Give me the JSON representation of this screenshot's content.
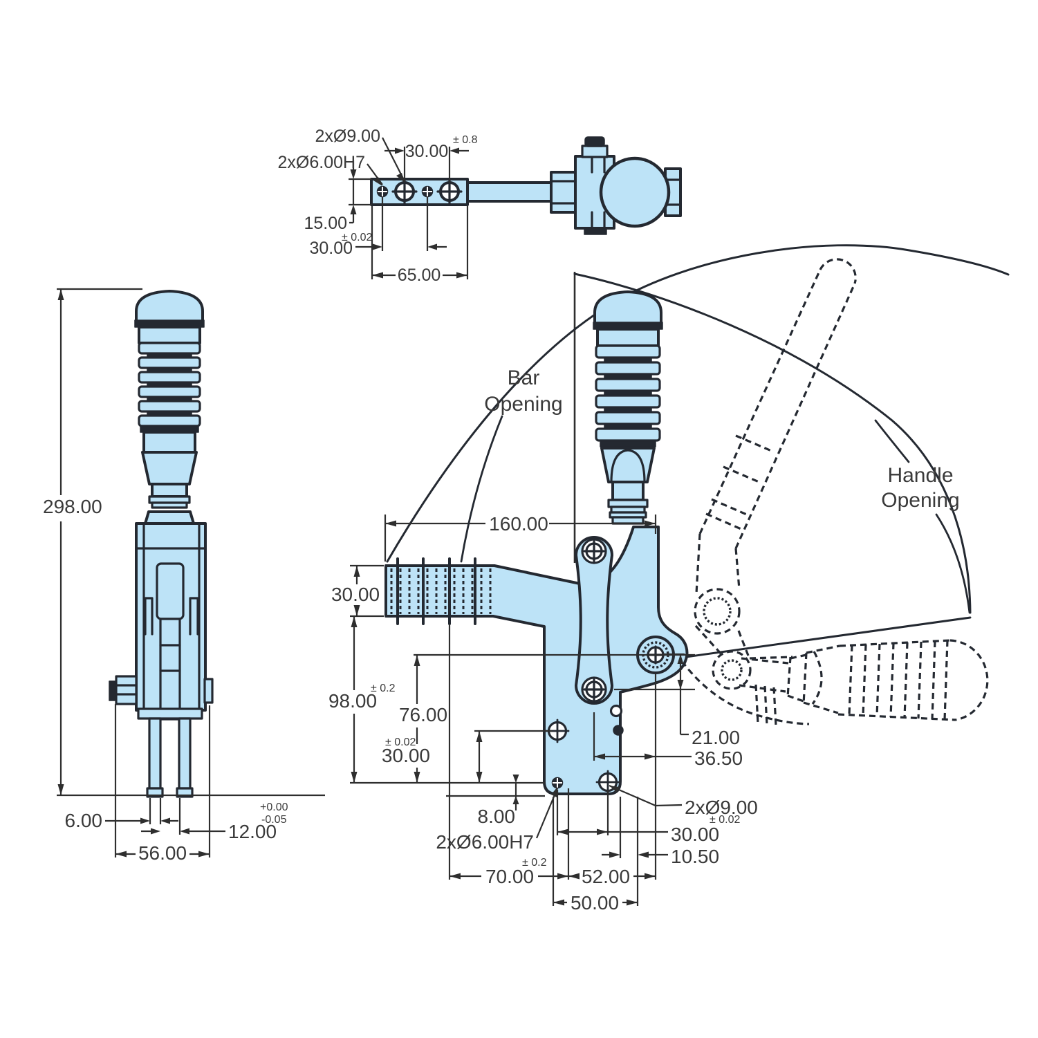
{
  "drawing": {
    "labels": {
      "bar_opening_1": "Bar",
      "bar_opening_2": "Opening",
      "handle_opening_1": "Handle",
      "handle_opening_2": "Opening"
    },
    "top_view": {
      "note_holes_large": "2xØ9.00",
      "note_holes_small": "2xØ6.00H7",
      "dim_hole_pitch": "30.00",
      "tol_hole_pitch": "± 0.8",
      "dim_bar_width": "15.00",
      "dim_hole_pitch_2": "30.00",
      "tol_hole_pitch_2": "± 0.02",
      "dim_bar_length": "65.00"
    },
    "side_view": {
      "dim_overall_height": "298.00",
      "dim_prong": "6.00",
      "dim_slot": "12.00",
      "tol_slot_upper": "+0.00",
      "tol_slot_lower": "-0.05",
      "dim_base": "56.00"
    },
    "front_view": {
      "dim_bar_reach": "160.00",
      "dim_bar_height": "30.00",
      "dim_mount_height": "98.00",
      "tol_mount_height": "± 0.2",
      "dim_pivot_height": "76.00",
      "dim_hole_v": "30.00",
      "tol_hole_v": "± 0.02",
      "dim_edge": "8.00",
      "note_holes_small": "2xØ6.00H7",
      "dim_link": "21.00",
      "dim_pivot_x": "36.50",
      "note_holes_large": "2xØ9.00",
      "dim_hole_h": "30.00",
      "tol_hole_h": "± 0.02",
      "dim_offset": "10.50",
      "dim_mount_w": "70.00",
      "tol_mount_w": "± 0.2",
      "dim_pivot_w": "52.00",
      "dim_hole_w": "50.00"
    },
    "colors": {
      "body_fill": "#BDE3F7",
      "outline": "#242931",
      "dim_line": "#2E2E2E",
      "dim_text": "#3A3A3A"
    }
  }
}
